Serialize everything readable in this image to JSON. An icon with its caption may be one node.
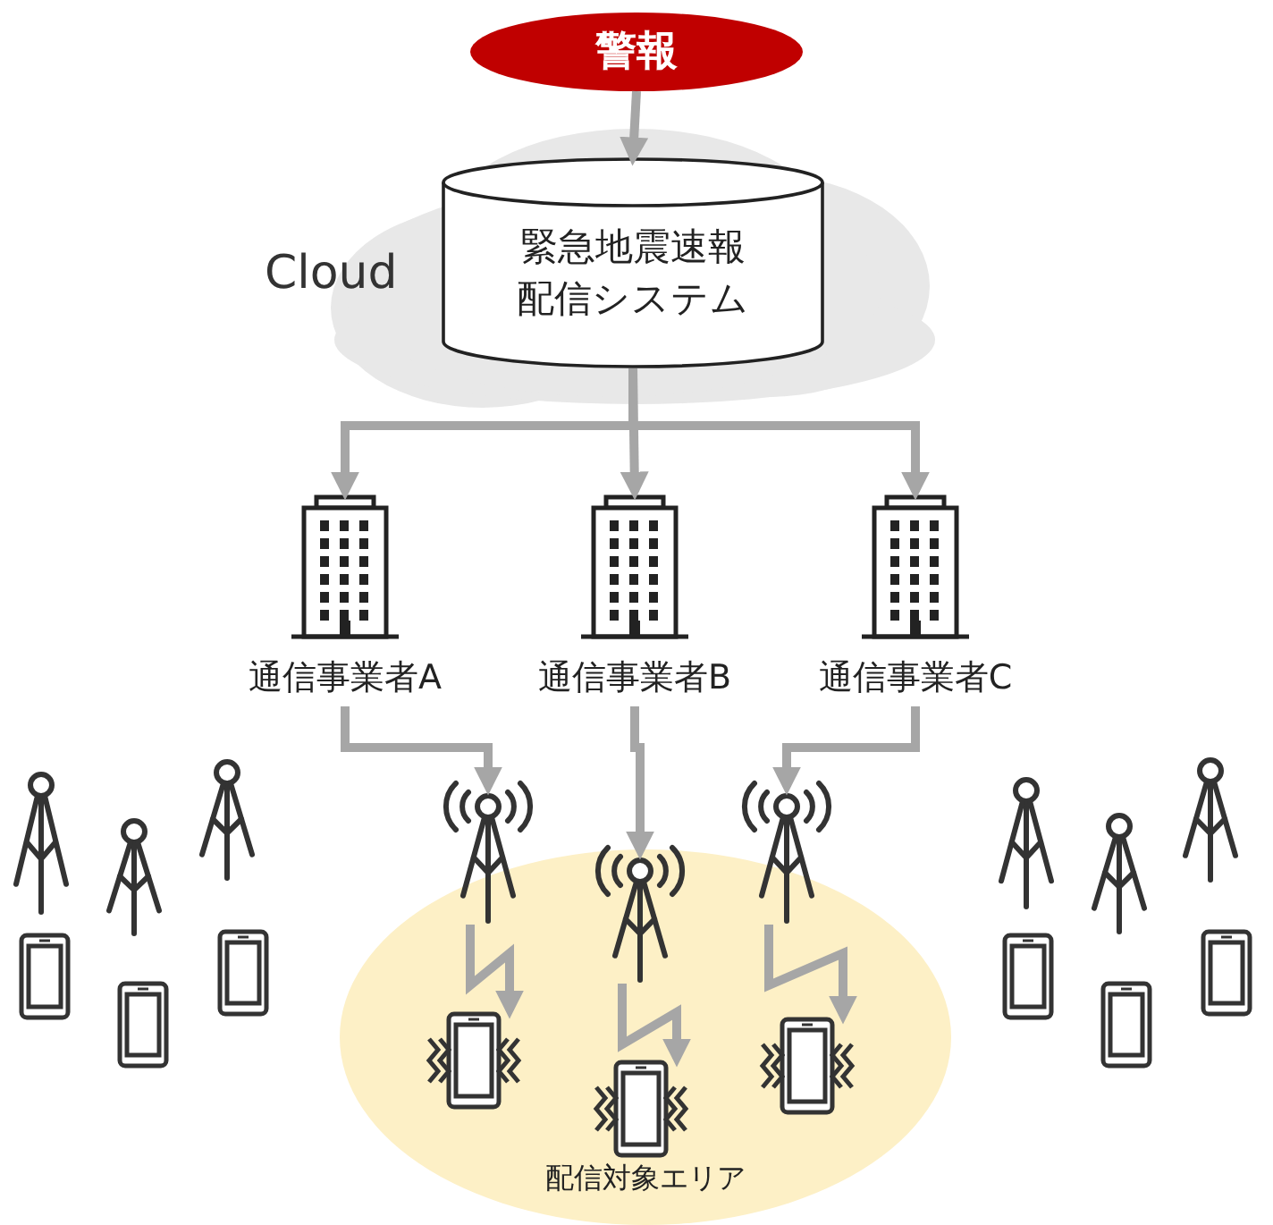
{
  "diagram": {
    "nodes": [
      {
        "text": [
          "警報"
        ]
      },
      {
        "text": [
          "Cloud"
        ]
      },
      {
        "text": [
          "緊急地震速報配信システム"
        ],
        "in": 1
      },
      {
        "text": [
          "通信事業者A"
        ]
      },
      {
        "text": [
          "通信事業者B"
        ]
      },
      {
        "text": [
          "通信事業者C"
        ]
      },
      {
        "text": [
          "配信対象エリア"
        ]
      },
      {
        "text": [],
        "shape": "picture"
      },
      {
        "text": [],
        "shape": "picture",
        "in": 6
      },
      {
        "text": [],
        "shape": "picture"
      },
      {
        "text": [],
        "shape": "picture",
        "in": 6
      },
      {
        "text": [],
        "shape": "picture",
        "in": 6
      },
      {
        "text": [],
        "shape": "picture",
        "in": 6
      }
    ],
    "edges": [
      {
        "from": 0,
        "to": 2,
        "arrow": "to"
      },
      {
        "from": 2,
        "to": 3,
        "arrow": "to"
      },
      {
        "from": 2,
        "to": 4,
        "arrow": "to"
      },
      {
        "from": 2,
        "to": 5,
        "arrow": "to"
      },
      {
        "from": 3,
        "to": 7,
        "arrow": "to"
      },
      {
        "from": 4,
        "to": 8,
        "arrow": "to"
      },
      {
        "from": 5,
        "to": 9,
        "arrow": "to"
      },
      {
        "from": 7,
        "to": 10,
        "arrow": "to"
      },
      {
        "from": 8,
        "to": 11,
        "arrow": "to"
      },
      {
        "from": 9,
        "to": 12,
        "arrow": "to"
      }
    ]
  }
}
